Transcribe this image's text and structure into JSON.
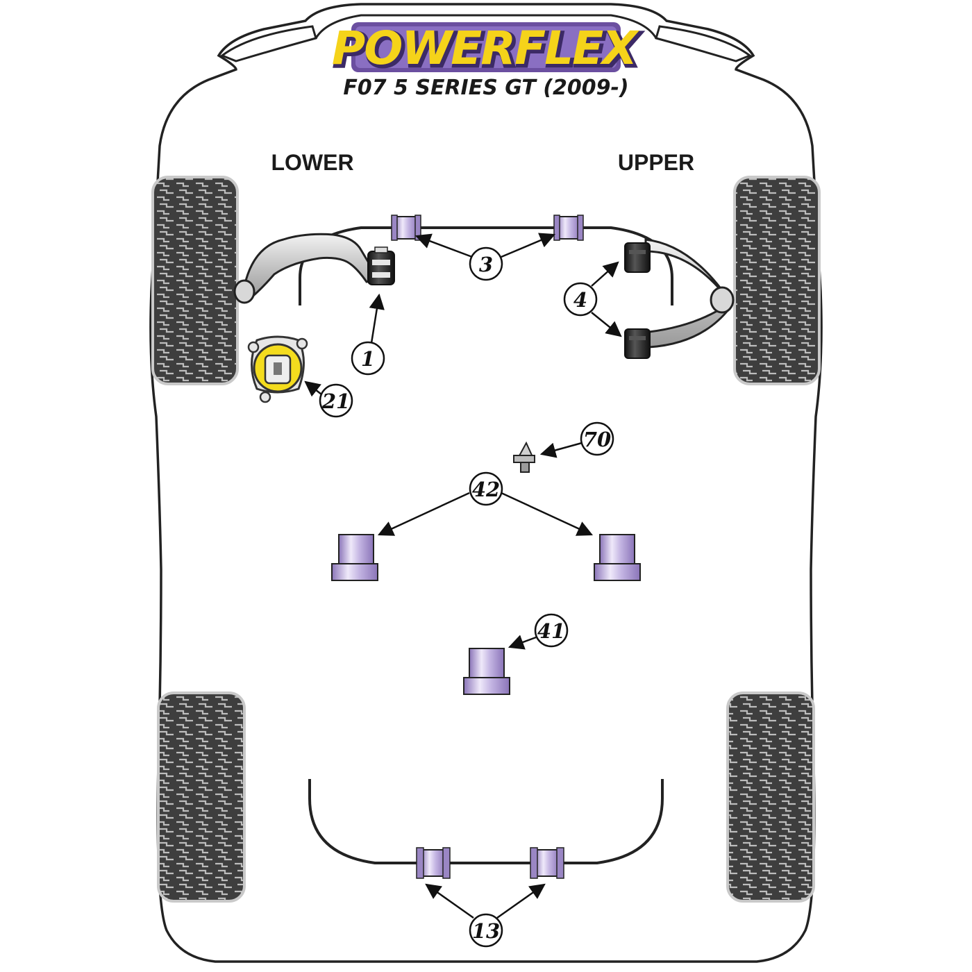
{
  "brand": {
    "logo_text": "POWERFLEX",
    "model": "F07 5 SERIES GT (2009-)"
  },
  "labels": {
    "lower": "LOWER",
    "upper": "UPPER"
  },
  "callouts": [
    {
      "id": "c1",
      "number": "1"
    },
    {
      "id": "c3",
      "number": "3"
    },
    {
      "id": "c4",
      "number": "4"
    },
    {
      "id": "c21",
      "number": "21"
    },
    {
      "id": "c70",
      "number": "70"
    },
    {
      "id": "c42",
      "number": "42"
    },
    {
      "id": "c41",
      "number": "41"
    },
    {
      "id": "c13",
      "number": "13"
    }
  ],
  "colors": {
    "bush_purple": "#9a86c4",
    "bush_purple_light": "#e4dcf3",
    "bush_black": "#222222",
    "logo_yellow": "#f5d31a",
    "logo_purple": "#6b4fa0",
    "mount_yellow": "#f4dc1e",
    "tyre_dark": "#4a4a4a",
    "body_outline": "#222222"
  }
}
